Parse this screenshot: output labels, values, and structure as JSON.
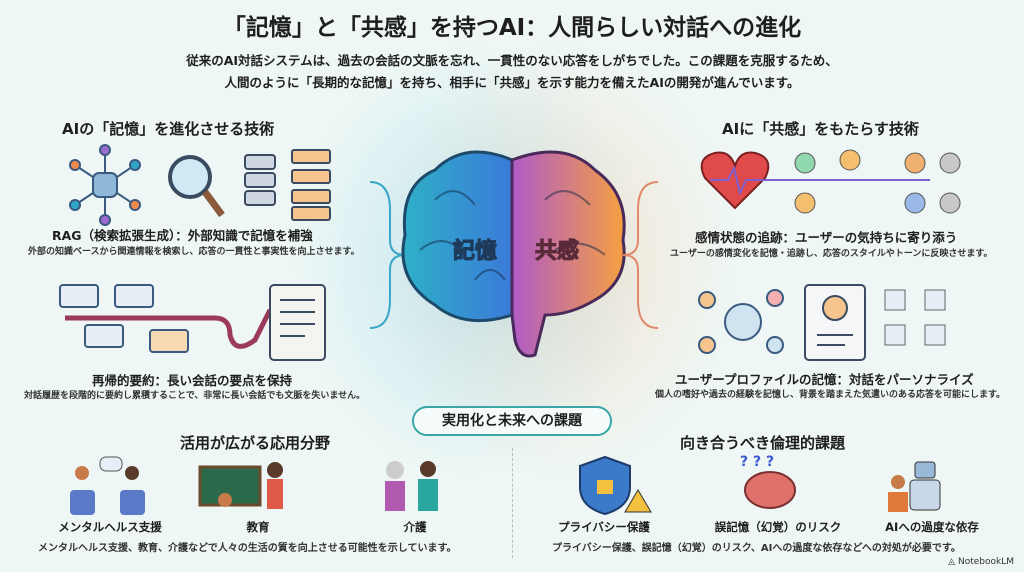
{
  "title": "「記憶」と「共感」を持つAI：人間らしい対話への進化",
  "intro": [
    "従来のAI対話システムは、過去の会話の文脈を忘れ、一貫性のない応答をしがちでした。この課題を克服するため、",
    "人間のように「長期的な記憶」を持ち、相手に「共感」を示す能力を備えたAIの開発が進んでいます。"
  ],
  "memory": {
    "heading": "AIの「記憶」を進化させる技術",
    "items": [
      {
        "title": "RAG（検索拡張生成）：外部知識で記憶を補強",
        "desc": "外部の知識ベースから関連情報を検索し、応答の一貫性と事実性を向上させます。"
      },
      {
        "title": "再帰的要約：長い会話の要点を保持",
        "desc": "対話履歴を段階的に要約し累積することで、非常に長い会話でも文脈を失いません。"
      }
    ]
  },
  "empathy": {
    "heading": "AIに「共感」をもたらす技術",
    "items": [
      {
        "title": "感情状態の追跡：ユーザーの気持ちに寄り添う",
        "desc": "ユーザーの感情変化を記憶・追跡し、応答のスタイルやトーンに反映させます。"
      },
      {
        "title": "ユーザープロファイルの記憶：対話をパーソナライズ",
        "desc": "個人の嗜好や過去の経験を記憶し、背景を踏まえた気遣いのある応答を可能にします。"
      }
    ]
  },
  "brain": {
    "left": "記憶",
    "right": "共感"
  },
  "future": {
    "banner": "実用化と未来への課題",
    "applications": {
      "heading": "活用が広がる応用分野",
      "labels": [
        "メンタルヘルス支援",
        "教育",
        "介護"
      ],
      "desc": "メンタルヘルス支援、教育、介護などで人々の生活の質を向上させる可能性を示しています。"
    },
    "ethics": {
      "heading": "向き合うべき倫理的課題",
      "labels": [
        "プライバシー保護",
        "誤記憶（幻覚）のリスク",
        "AIへの過度な依存"
      ],
      "desc": "プライバシー保護、誤記憶（幻覚）のリスク、AIへの過度な依存などへの対処が必要です。"
    }
  },
  "branding": "NotebookLM",
  "colors": {
    "memory": "#2fa6c8",
    "empathy": "#f08a4b",
    "accent": "#3aa6a8"
  }
}
